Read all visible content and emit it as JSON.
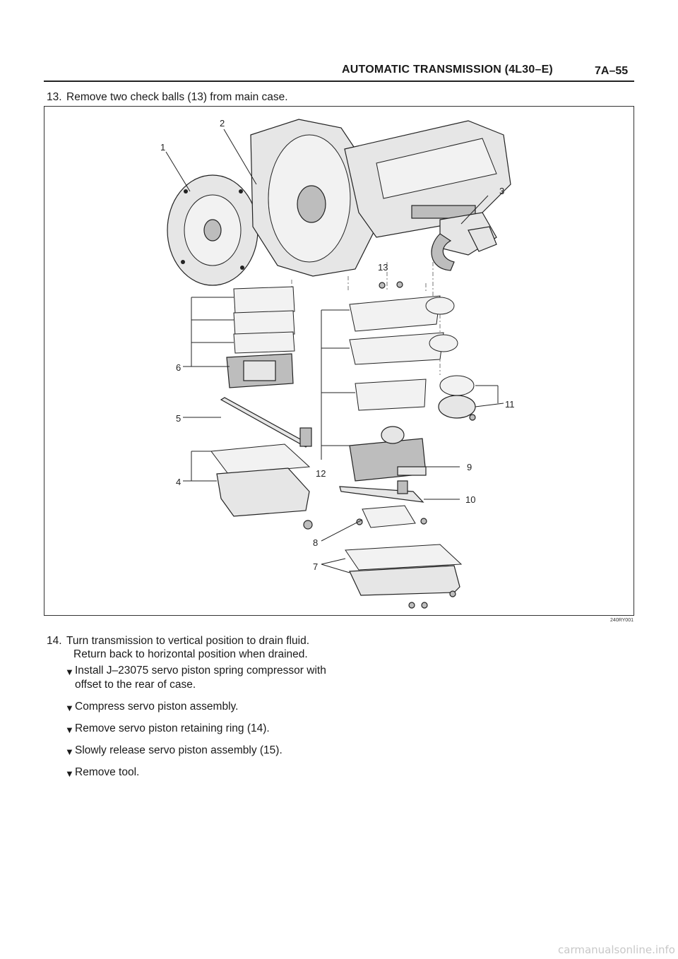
{
  "header": {
    "title": "AUTOMATIC TRANSMISSION (4L30–E)",
    "page": "7A–55"
  },
  "step13": {
    "number": "13.",
    "text": "Remove two check balls (13) from main case."
  },
  "figure": {
    "code": "240RY001",
    "callouts": [
      "1",
      "2",
      "3",
      "4",
      "5",
      "6",
      "7",
      "8",
      "9",
      "10",
      "11",
      "12",
      "13"
    ]
  },
  "step14": {
    "number": "14.",
    "line1": "Turn transmission to vertical position to drain fluid.",
    "line2": "Return back to horizontal position when drained.",
    "bullets": [
      "Install J–23075 servo piston spring compressor with offset to the rear of case.",
      "Compress servo piston assembly.",
      "Remove servo piston retaining ring (14).",
      "Slowly release servo piston assembly (15).",
      "Remove tool."
    ]
  },
  "footer": "carmanualsonline.info"
}
